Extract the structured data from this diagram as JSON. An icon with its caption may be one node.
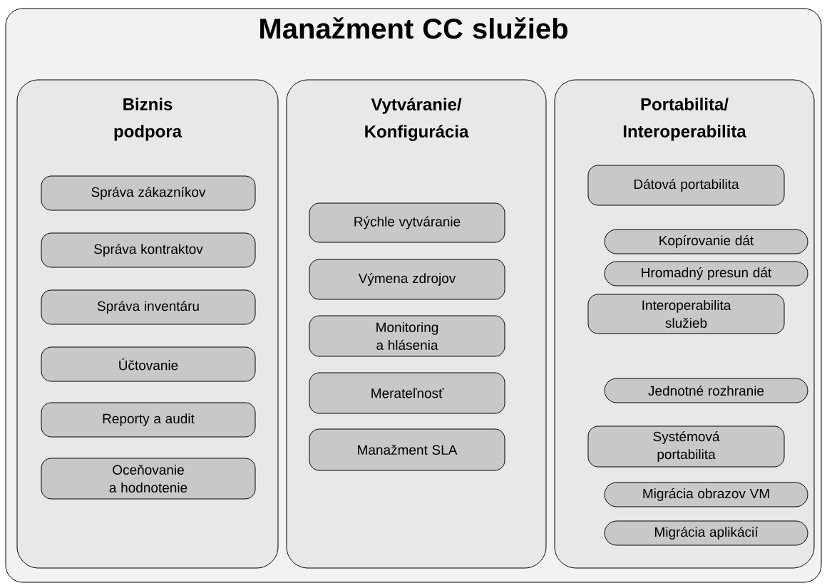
{
  "diagram": {
    "nodes": [
      {
        "text": [
          "Manažment CC služieb"
        ]
      },
      {
        "text": [
          "Biznis podpora"
        ],
        "in": 0
      },
      {
        "text": [
          "Správa zákazníkov"
        ],
        "in": 1
      },
      {
        "text": [
          "Správa kontraktov"
        ],
        "in": 1
      },
      {
        "text": [
          "Správa inventáru"
        ],
        "in": 1
      },
      {
        "text": [
          "Účtovanie"
        ],
        "in": 1
      },
      {
        "text": [
          "Reporty a audit"
        ],
        "in": 1
      },
      {
        "text": [
          "Oceňovanie a hodnotenie"
        ],
        "in": 1
      },
      {
        "text": [
          "Vytváranie/ Konfigurácia"
        ],
        "in": 0
      },
      {
        "text": [
          "Rýchle vytváranie"
        ],
        "in": 8
      },
      {
        "text": [
          "Výmena zdrojov"
        ],
        "in": 8
      },
      {
        "text": [
          "Monitoring a hlásenia"
        ],
        "in": 8
      },
      {
        "text": [
          "Merateľnosť"
        ],
        "in": 8
      },
      {
        "text": [
          "Manažment SLA"
        ],
        "in": 8
      },
      {
        "text": [
          "Portabilita/ Interoperabilita"
        ],
        "in": 0
      },
      {
        "text": [
          "Dátová portabilita"
        ],
        "in": 14
      },
      {
        "text": [
          "Kopírovanie dát"
        ],
        "in": 14
      },
      {
        "text": [
          "Hromadný presun dát"
        ],
        "in": 14
      },
      {
        "text": [
          "Interoperabilita služieb"
        ],
        "in": 14
      },
      {
        "text": [
          "Jednotné rozhranie"
        ],
        "in": 14
      },
      {
        "text": [
          "Systémová portabilita"
        ],
        "in": 14
      },
      {
        "text": [
          "Migrácia obrazov VM"
        ],
        "in": 14
      },
      {
        "text": [
          "Migrácia aplikácií"
        ],
        "in": 14
      }
    ]
  }
}
